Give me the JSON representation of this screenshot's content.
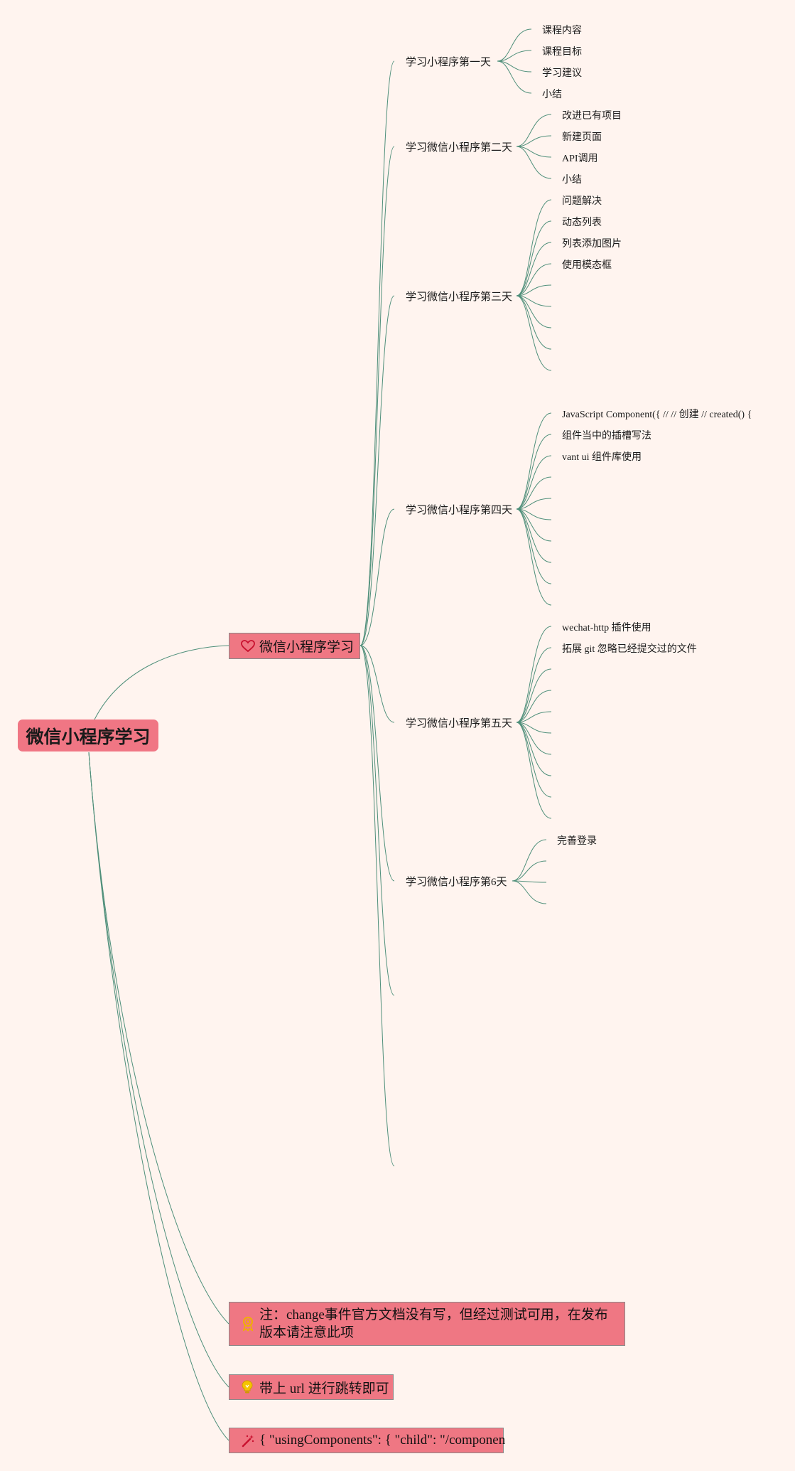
{
  "root": {
    "label": "微信小程序学习"
  },
  "branch": {
    "label": "微信小程序学习",
    "icon": "heart-icon"
  },
  "days": [
    {
      "label": "学习小程序第一天",
      "items": [
        "课程内容",
        "课程目标",
        "学习建议",
        "小结"
      ]
    },
    {
      "label": "学习微信小程序第二天",
      "items": [
        "改进已有项目",
        "新建页面",
        "API调用",
        "小结"
      ]
    },
    {
      "label": "学习微信小程序第三天",
      "items": [
        "问题解决",
        "动态列表",
        "列表添加图片",
        "使用模态框"
      ]
    },
    {
      "label": "学习微信小程序第四天",
      "items": [
        "JavaScript Component({ // // 创建 // created() {",
        "组件当中的插槽写法",
        "vant ui 组件库使用"
      ]
    },
    {
      "label": "学习微信小程序第五天",
      "items": [
        "wechat-http 插件使用",
        "拓展 git 忽略已经提交过的文件"
      ]
    },
    {
      "label": "学习微信小程序第6天",
      "items": [
        "完善登录"
      ]
    }
  ],
  "notes": [
    {
      "label": "注：change事件官方文档没有写，但经过测试可用，在发布版本请注意此项",
      "icon": "award-ribbon-icon"
    },
    {
      "label": "带上 url 进行跳转即可",
      "icon": "lightbulb-icon"
    },
    {
      "label": "{ \"usingComponents\": { \"child\": \"/componen",
      "icon": "magic-wand-icon"
    }
  ],
  "colors": {
    "background": "#fff4ef",
    "node": "#ef7783",
    "link": "#4f8f7a"
  }
}
